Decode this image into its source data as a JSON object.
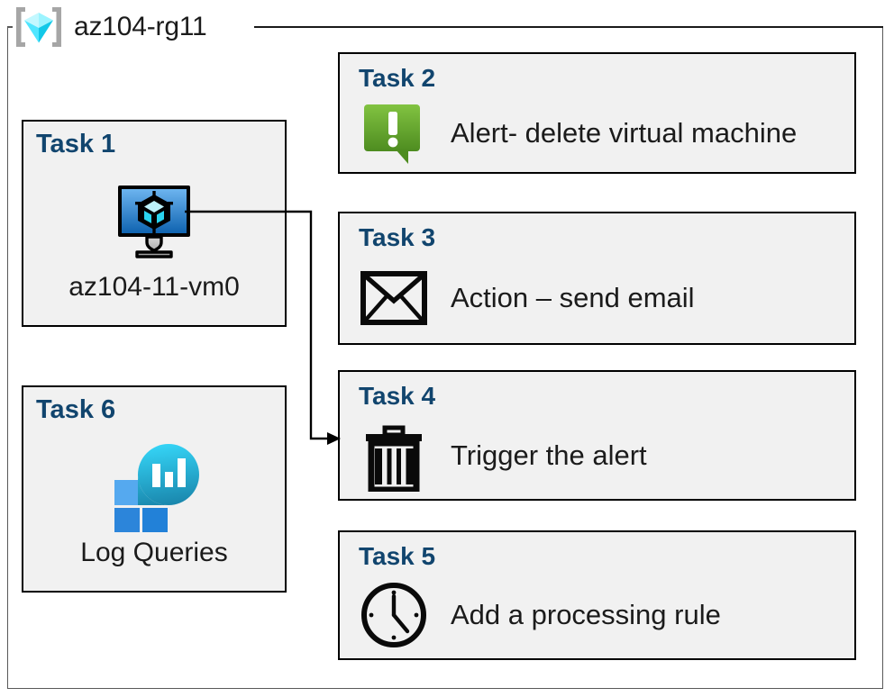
{
  "resource_group": {
    "name": "az104-rg11",
    "icon": "azure-resource-group-icon"
  },
  "colors": {
    "box_fill": "#F1F1F1",
    "box_border": "#000000",
    "heading_blue": "#11456E",
    "frame_gray": "#595959",
    "alert_green_light": "#7DBE42",
    "alert_green_dark": "#4F8F23",
    "vm_blue_light": "#5EA7E8",
    "vm_blue_dark": "#1464B4",
    "cube_cyan": "#50E6FF",
    "log_cyan": "#32D4F5",
    "log_teal": "#1C8FB5",
    "log_square_light": "#50A7EE",
    "log_square_dark": "#2281D8",
    "text": "#1B1B1B"
  },
  "left_column": [
    {
      "heading": "Task 1",
      "caption": "az104-11-vm0",
      "icon": "virtual-machine-icon"
    },
    {
      "heading": "Task 6",
      "caption": "Log Queries",
      "icon": "log-analytics-icon"
    }
  ],
  "right_column": [
    {
      "heading": "Task 2",
      "label": "Alert- delete virtual machine",
      "icon": "alert-exclamation-bubble-icon"
    },
    {
      "heading": "Task 3",
      "label": "Action – send email",
      "icon": "envelope-icon"
    },
    {
      "heading": "Task 4",
      "label": "Trigger the alert",
      "icon": "trash-can-icon"
    },
    {
      "heading": "Task 5",
      "label": "Add a processing rule",
      "icon": "clock-icon"
    }
  ],
  "connector": {
    "from": "virtual-machine-icon",
    "to": "Task 4",
    "arrow": "arrowhead-right-icon"
  }
}
